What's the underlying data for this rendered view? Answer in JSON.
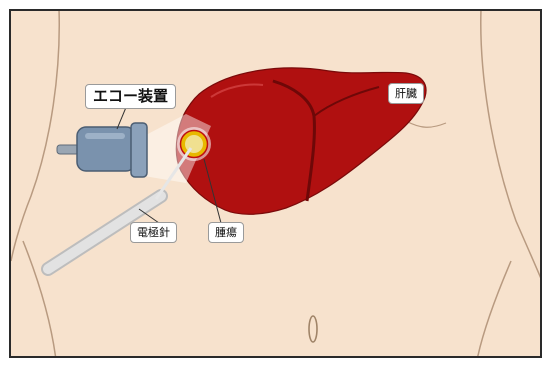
{
  "labels": {
    "echo_device": "エコー装置",
    "liver": "肝臓",
    "electrode_needle": "電極針",
    "tumor": "腫瘍"
  },
  "colors": {
    "skin": "#f7e2cd",
    "liver": "#b01010",
    "liver_dark": "#7a0a0a",
    "tumor_ring": "#e8b800",
    "probe": "#7a92ad",
    "needle": "#d8d8d8"
  },
  "icons": {
    "probe": "ultrasound-probe-icon",
    "needle": "electrode-needle-icon"
  }
}
